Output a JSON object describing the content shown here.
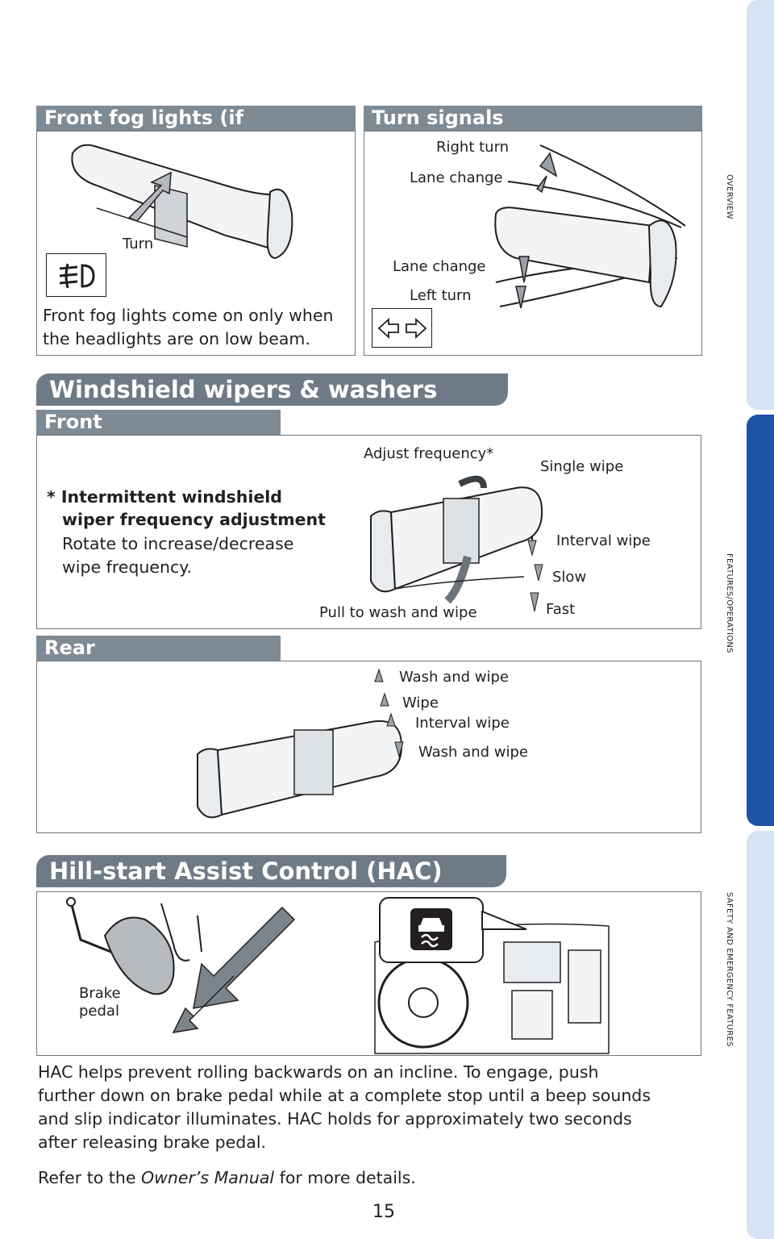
{
  "side_tabs": {
    "overview": "OVERVIEW",
    "features": "FEATURES/OPERATIONS",
    "safety": "SAFETY AND EMERGENCY FEATURES"
  },
  "fog": {
    "header": "Front fog lights (if equipped)",
    "turn_label": "Turn",
    "desc_line1": "Front fog lights come on only when",
    "desc_line2": "the headlights are on low beam."
  },
  "turn_signals": {
    "header": "Turn signals",
    "right_turn": "Right turn",
    "lane_change_up": "Lane change",
    "lane_change_down": "Lane change",
    "left_turn": "Left turn"
  },
  "wipers": {
    "title": "Windshield wipers & washers",
    "front_header": "Front",
    "note_star": "* Intermittent windshield",
    "note_bold2": "wiper frequency adjustment",
    "note_text1": "Rotate to increase/decrease",
    "note_text2": "wipe frequency.",
    "adjust_frequency": "Adjust frequency*",
    "single_wipe": "Single wipe",
    "interval_wipe": "Interval wipe",
    "slow": "Slow",
    "fast": "Fast",
    "pull_wash": "Pull to wash and wipe",
    "rear_header": "Rear",
    "rear_wash_top": "Wash and wipe",
    "rear_wipe": "Wipe",
    "rear_interval": "Interval wipe",
    "rear_wash_bottom": "Wash and wipe"
  },
  "hac": {
    "title": "Hill-start Assist Control (HAC)",
    "brake_line1": "Brake",
    "brake_line2": "pedal",
    "para1_line1": "HAC helps prevent rolling backwards on an incline. To engage, push",
    "para1_line2": "further down on brake pedal while at a complete stop until a beep sounds",
    "para1_line3": "and slip indicator illuminates. HAC holds for approximately two seconds",
    "para1_line4": "after releasing brake pedal.",
    "refer_prefix": "Refer to the ",
    "refer_italic": "Owner’s Manual",
    "refer_suffix": " for more details."
  },
  "page_number": "15"
}
